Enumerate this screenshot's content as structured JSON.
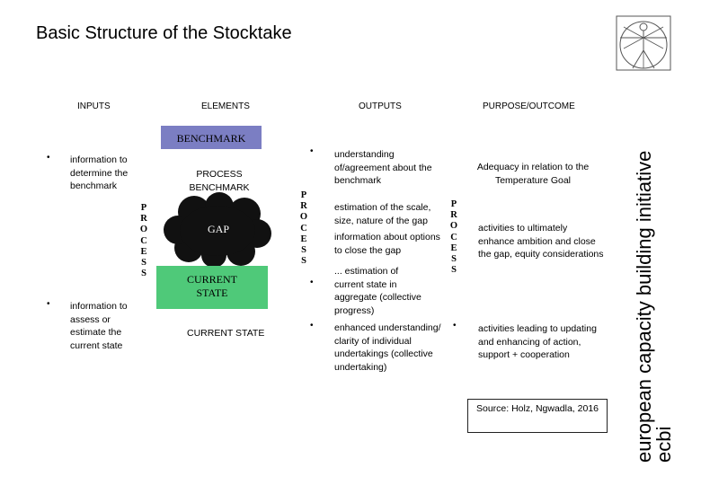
{
  "title": "Basic Structure of the Stocktake",
  "headers": {
    "inputs": "INPUTS",
    "elements": "ELEMENTS",
    "outputs": "OUTPUTS",
    "purpose": "PURPOSE/OUTCOME"
  },
  "process_label": [
    "P",
    "R",
    "O",
    "C",
    "E",
    "S",
    "S"
  ],
  "inputs": [
    "information to determine the benchmark",
    "information to assess or estimate the current state"
  ],
  "elements": {
    "benchmark_box": "BENCHMARK",
    "process_benchmark": "PROCESS BENCHMARK",
    "gap": "GAP",
    "current_state_box": "CURRENT STATE",
    "current_state": "CURRENT STATE"
  },
  "outputs": {
    "o1": "understanding of/agreement about the benchmark",
    "o2": "estimation of the scale, size, nature of the gap",
    "o3": "information about options to close the gap",
    "o4": "... estimation of current state in aggregate (collective progress)",
    "o5": "enhanced understanding/ clarity of individual undertakings (collective undertaking)"
  },
  "purpose": {
    "p1": "Adequacy in relation to the Temperature Goal",
    "p2": "activities to ultimately enhance ambition and close the gap, equity considerations",
    "p3": "activities leading to updating and enhancing of action, support + cooperation"
  },
  "source": "Source: Holz, Ngwadla, 2016",
  "sideband": {
    "line1": "european capacity building initiative",
    "line2": "ecbi"
  },
  "colors": {
    "benchmark": "#7b7ec3",
    "current_state": "#4fc979",
    "gap_cloud": "#111111"
  }
}
